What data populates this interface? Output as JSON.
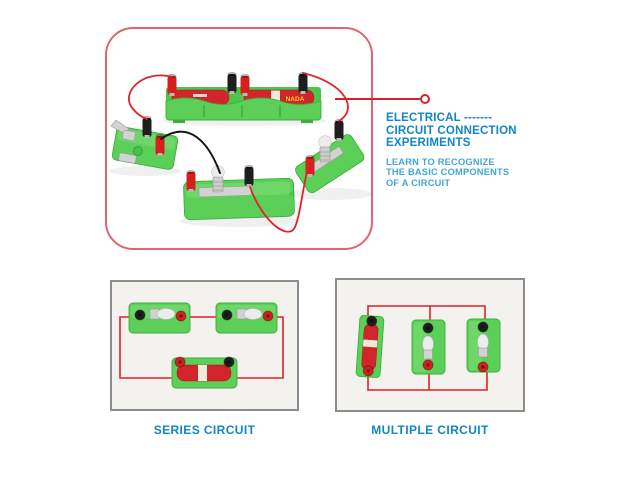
{
  "colors": {
    "hero_border_red": "#e4636c",
    "callout_red": "#d6232b",
    "heading_blue": "#1086c6",
    "subheading_blue": "#42a7d8",
    "caption_blue": "#1086c6",
    "base_green": "#5ccf58",
    "battery_red": "#d2252b",
    "wire_red": "#e02328",
    "example_border_gray": "#8d8d8d",
    "example_bg": "#f3f2ef"
  },
  "hero": {
    "photo": {
      "components": [
        {
          "name": "dual-battery-holder",
          "battery_label": "NADA"
        },
        {
          "name": "switch-on-base"
        },
        {
          "name": "bulb-holder-center"
        },
        {
          "name": "bulb-holder-right"
        }
      ]
    },
    "callout": {
      "heading_lines": [
        "ELECTRICAL -------",
        "CIRCUIT CONNECTION",
        "EXPERIMENTS"
      ],
      "subheading_lines": [
        "LEARN TO RECOGNIZE",
        "THE BASIC COMPONENTS",
        "OF A CIRCUIT"
      ]
    }
  },
  "examples": [
    {
      "caption": "SERIES CIRCUIT",
      "components": [
        "bulb-holder",
        "bulb-holder",
        "battery-holder"
      ]
    },
    {
      "caption": "MULTIPLE CIRCUIT",
      "components": [
        "battery-holder",
        "bulb-holder",
        "bulb-holder"
      ]
    }
  ]
}
